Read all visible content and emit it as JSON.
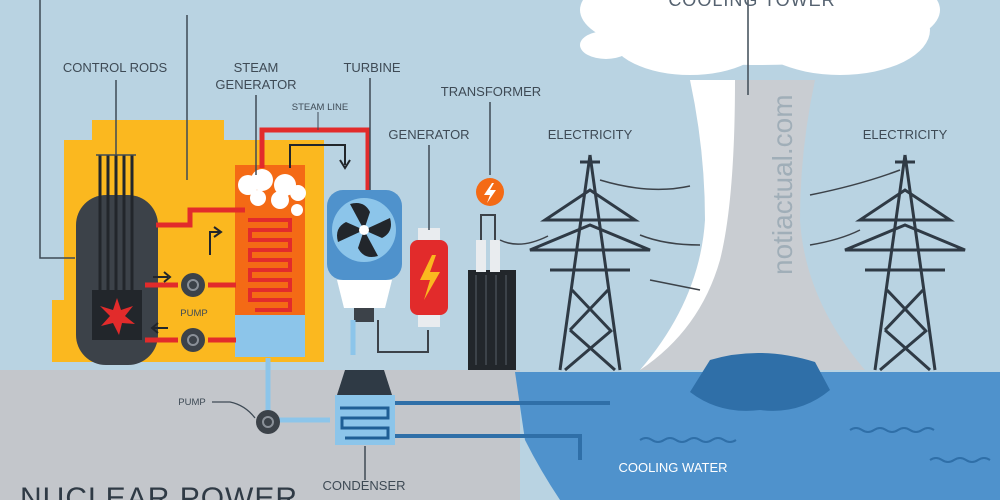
{
  "title": "NUCLEAR POWER",
  "watermark": "notiactual.com",
  "labels": {
    "cooling_tower": "COOLING TOWER",
    "control_rods": "CONTROL RODS",
    "steam_generator_1": "STEAM",
    "steam_generator_2": "GENERATOR",
    "steam_line": "STEAM LINE",
    "turbine": "TURBINE",
    "generator": "GENERATOR",
    "transformer": "TRANSFORMER",
    "electricity_left": "ELECTRICITY",
    "electricity_right": "ELECTRICITY",
    "pump_upper": "PUMP",
    "pump_lower": "PUMP",
    "condenser": "CONDENSER",
    "cooling_water": "COOLING WATER"
  },
  "colors": {
    "sky": "#b9d3e2",
    "ground": "#c3c6cb",
    "water": "#4f92cc",
    "reactor_building": "#fbb81f",
    "hot_pipe": "#e22b2b",
    "cold_pipe": "#8cc5ea",
    "steam_orange": "#f46a15",
    "cooling_tower": "#c9cdd2"
  }
}
